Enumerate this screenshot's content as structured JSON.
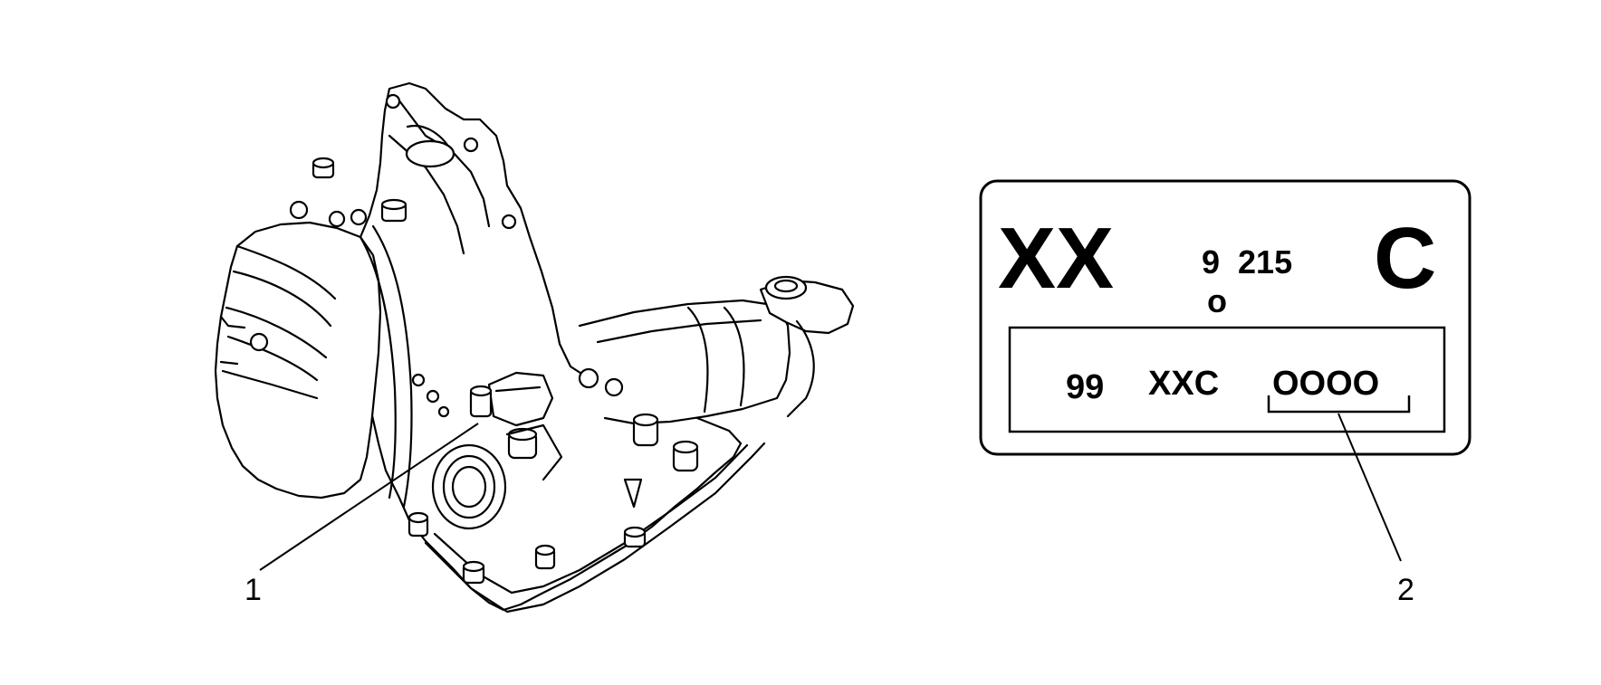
{
  "callouts": {
    "one": "1",
    "two": "2"
  },
  "label_plate": {
    "top_left": "XX",
    "top_mid_top": "9  215",
    "top_mid_bottom": "o",
    "top_right": "C",
    "row_a": "99",
    "row_b": "XXC",
    "row_c": "OOOO"
  }
}
